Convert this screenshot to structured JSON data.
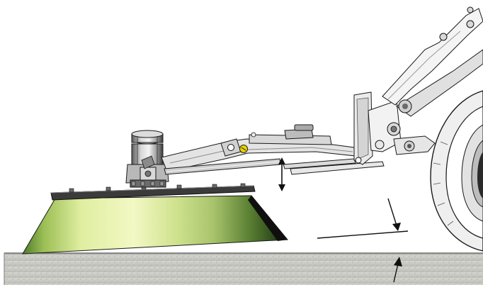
{
  "figure": {
    "kind": "technical-illustration",
    "parts": [
      "ground",
      "sweeper-brush",
      "hydraulic-motor",
      "support-arm",
      "height-arrow",
      "tractor-linkage",
      "tractor-wheel",
      "clearance-marker"
    ],
    "colors": {
      "ground_fill": "#c9c9c4",
      "ground_edge": "#8a8a85",
      "brush_light": "#eef5b0",
      "brush_mid": "#bcd27a",
      "brush_dark": "#3a5a22",
      "brush_shadow": "#111111",
      "metal_light": "#e6e6e6",
      "metal_mid": "#a8a8a8",
      "metal_dark": "#3a3a3a",
      "line": "#1a1a1a",
      "bolt_yellow": "#e8d200"
    },
    "icons": [
      "double-arrow-vertical-icon",
      "arrow-down-icon",
      "arrow-up-icon"
    ]
  }
}
